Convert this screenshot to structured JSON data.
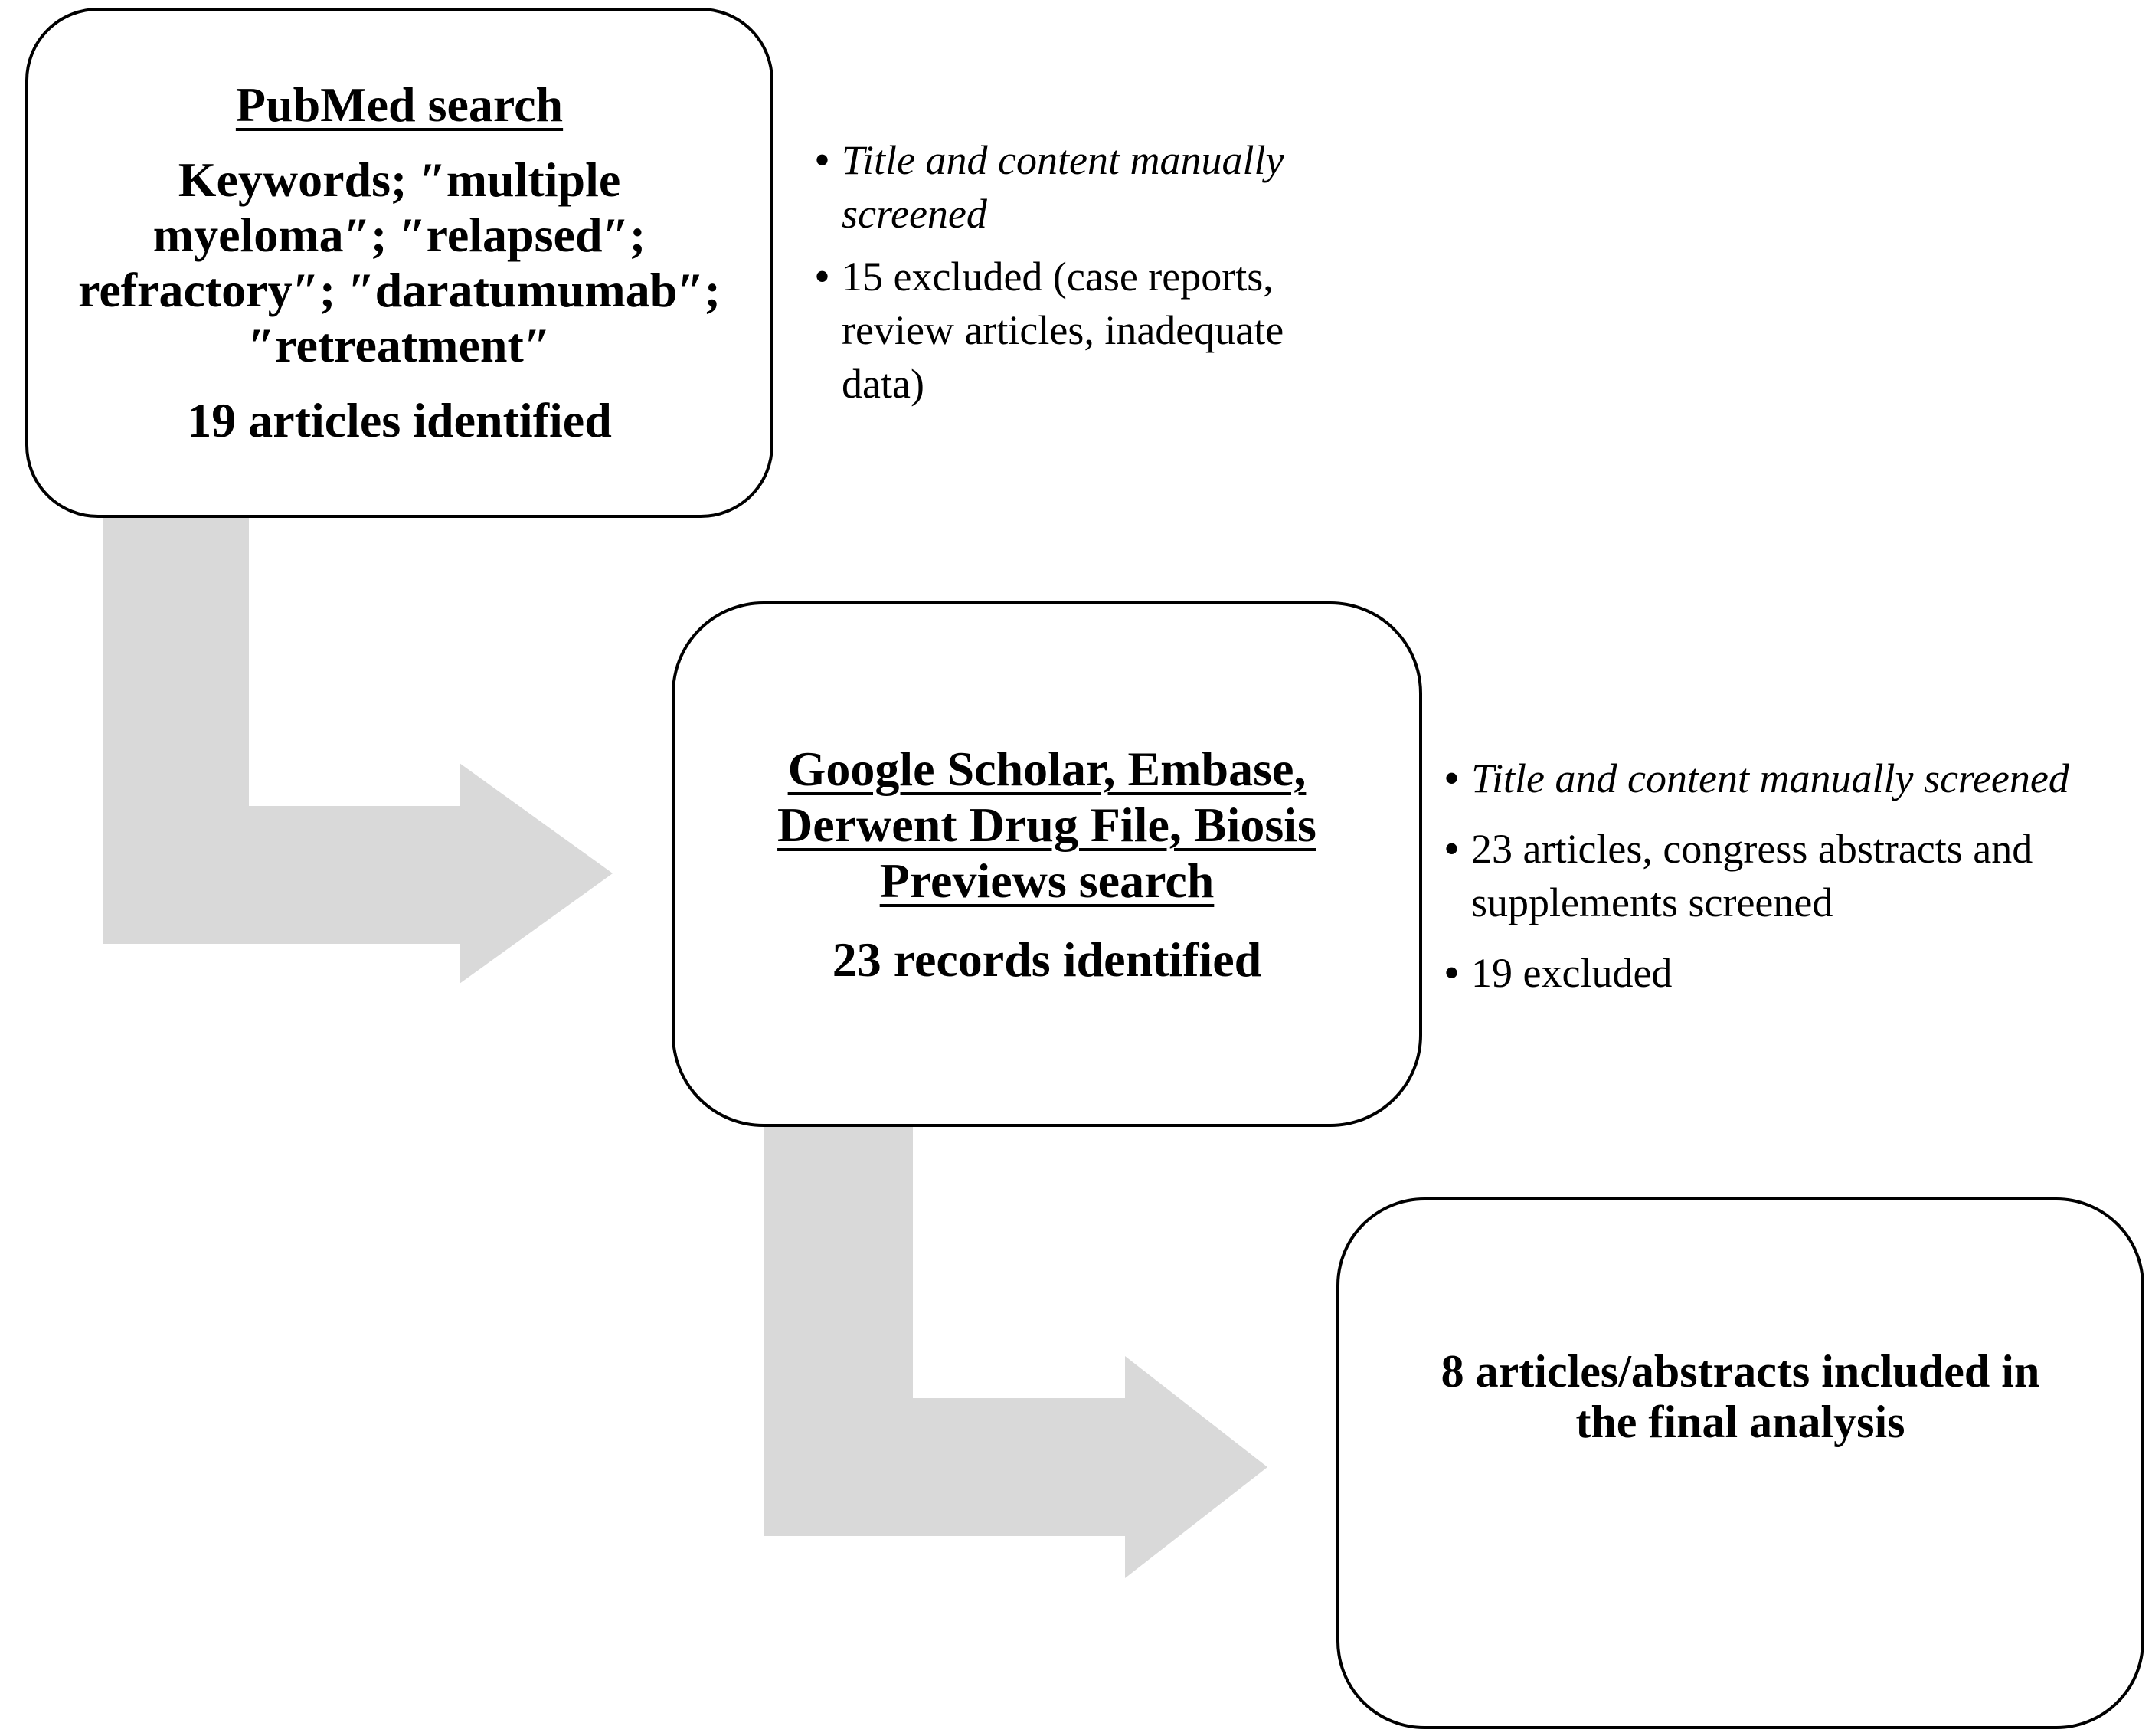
{
  "colors": {
    "background": "#ffffff",
    "box_border": "#000000",
    "text": "#000000",
    "arrow": "#d9d9d9"
  },
  "boxes": {
    "pubmed": {
      "heading": "PubMed search",
      "keywords": "Keywords; ″multiple\nmyeloma″; ″relapsed″;\nrefractory″; ″daratumumab″;\n″retreatment″",
      "result": "19 articles identified"
    },
    "databases": {
      "heading": "Google Scholar, Embase,\nDerwent Drug File, Biosis\nPreviews search",
      "result": "23 records identified"
    },
    "final": {
      "text": "8 articles/abstracts included in\nthe final analysis"
    }
  },
  "bullet_groups": {
    "pubmed_screening": {
      "bullet_char": "•",
      "items": [
        {
          "text": "Title and content manually\nscreened",
          "emphasis": "italic"
        },
        {
          "text": "15 excluded (case reports,\nreview articles, inadequate\ndata)",
          "emphasis": "normal"
        }
      ]
    },
    "database_screening": {
      "bullet_char": "•",
      "items": [
        {
          "text": "Title and content manually screened",
          "emphasis": "italic"
        },
        {
          "text": "23 articles, congress abstracts and\nsupplements screened",
          "emphasis": "normal"
        },
        {
          "text": "19 excluded",
          "emphasis": "normal"
        }
      ]
    }
  }
}
